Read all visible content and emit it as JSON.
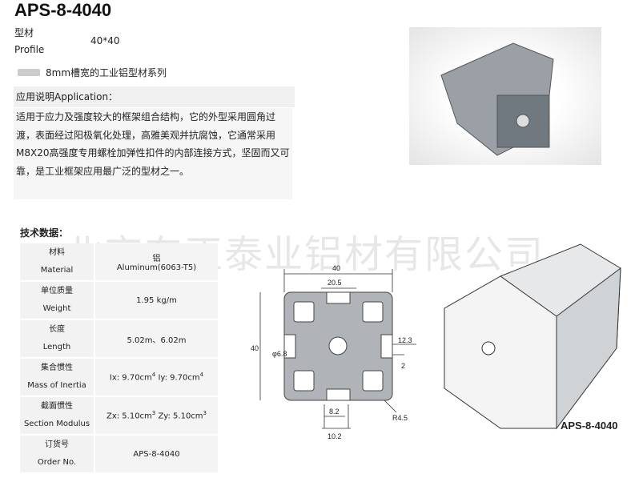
{
  "title": "APS-8-4040",
  "profile": {
    "label_cn": "型材",
    "label_en": "Profile",
    "value": "40*40"
  },
  "series": {
    "icon": "slot-profile-icon",
    "text": "8mm槽宽的工业铝型材系列"
  },
  "application": {
    "heading": "应用说明Application：",
    "body": "适用于应力及强度较大的框架组合结构，它的外型采用圆角过渡，表面经过阳极氧化处理，高雅美观并抗腐蚀，它通常采用M8X20高强度专用螺栓加弹性扣件的内部连接方式，坚固而又可靠，是工业框架应用最广泛的型材之一。"
  },
  "tech": {
    "heading": "技术数据：",
    "rows": [
      {
        "cn": "材料",
        "en": "Material",
        "value_cn": "铝",
        "value": "Aluminum(6063-T5)"
      },
      {
        "cn": "单位质量",
        "en": "Weight",
        "value": "1.95 kg/m"
      },
      {
        "cn": "长度",
        "en": "Length",
        "value": "5.02m、6.02m"
      },
      {
        "cn": "集合惯性",
        "en": "Mass of Inertia",
        "ix": "Ix: 9.70cm",
        "iy": "Iy: 9.70cm",
        "exp": "4"
      },
      {
        "cn": "截面惯性",
        "en": "Section Modulus",
        "zx": "Zx: 5.10cm",
        "zy": "Zy: 5.10cm",
        "exp": "3"
      },
      {
        "cn": "订货号",
        "en": "Order No.",
        "value": "APS-8-4040"
      }
    ]
  },
  "watermark": "北京东正泰业铝材有限公司",
  "drawing": {
    "width": "40",
    "slot": "20.5",
    "d1": "12.3",
    "d2": "2",
    "hole": "φ6.8",
    "radius": "R4.5",
    "s1": "8.2",
    "s2": "10.2",
    "height": "40"
  },
  "render_label": "APS-8-4040"
}
